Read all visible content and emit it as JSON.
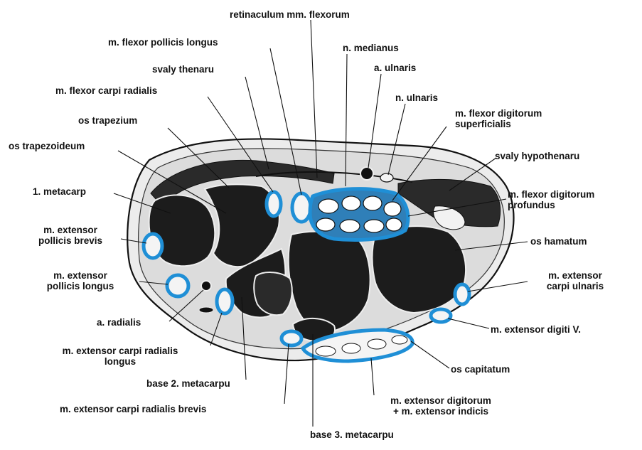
{
  "figure": {
    "colors": {
      "tendon_sheath": "#1f8fd6",
      "bone_fill": "#1c1c1c",
      "tissue_fill": "#dcdcdc",
      "outline": "#111111",
      "label_text": "#111111"
    },
    "labels": {
      "retinaculum": "retinaculum mm. flexorum",
      "fpl": "m. flexor pollicis longus",
      "medianus": "n. medianus",
      "ulnaris_a": "a. ulnaris",
      "thenar": "svaly thenaru",
      "ulnaris_n": "n. ulnaris",
      "fcr": "m. flexor carpi radialis",
      "fds": [
        "m. flexor digitorum",
        "superficialis"
      ],
      "trapezium": "os trapezium",
      "trapezoid": "os trapezoideum",
      "hypothenar": "svaly hypothenaru",
      "metacarp1": "1. metacarp",
      "fdp": [
        "m. flexor digitorum",
        "profundus"
      ],
      "epb": [
        "m. extensor",
        "pollicis brevis"
      ],
      "hamatum": "os hamatum",
      "epl": [
        "m. extensor",
        "pollicis longus"
      ],
      "ecu": [
        "m. extensor",
        "carpi ulnaris"
      ],
      "radialis": "a. radialis",
      "edv": "m. extensor digiti V.",
      "ecrl": [
        "m. extensor carpi radialis",
        "longus"
      ],
      "capitatum": "os capitatum",
      "base2": "base 2. metacarpu",
      "ed": [
        "m. extensor digitorum",
        "+ m. extensor indicis"
      ],
      "ecrb": "m. extensor carpi radialis brevis",
      "base3": "base 3. metacarpu"
    }
  }
}
